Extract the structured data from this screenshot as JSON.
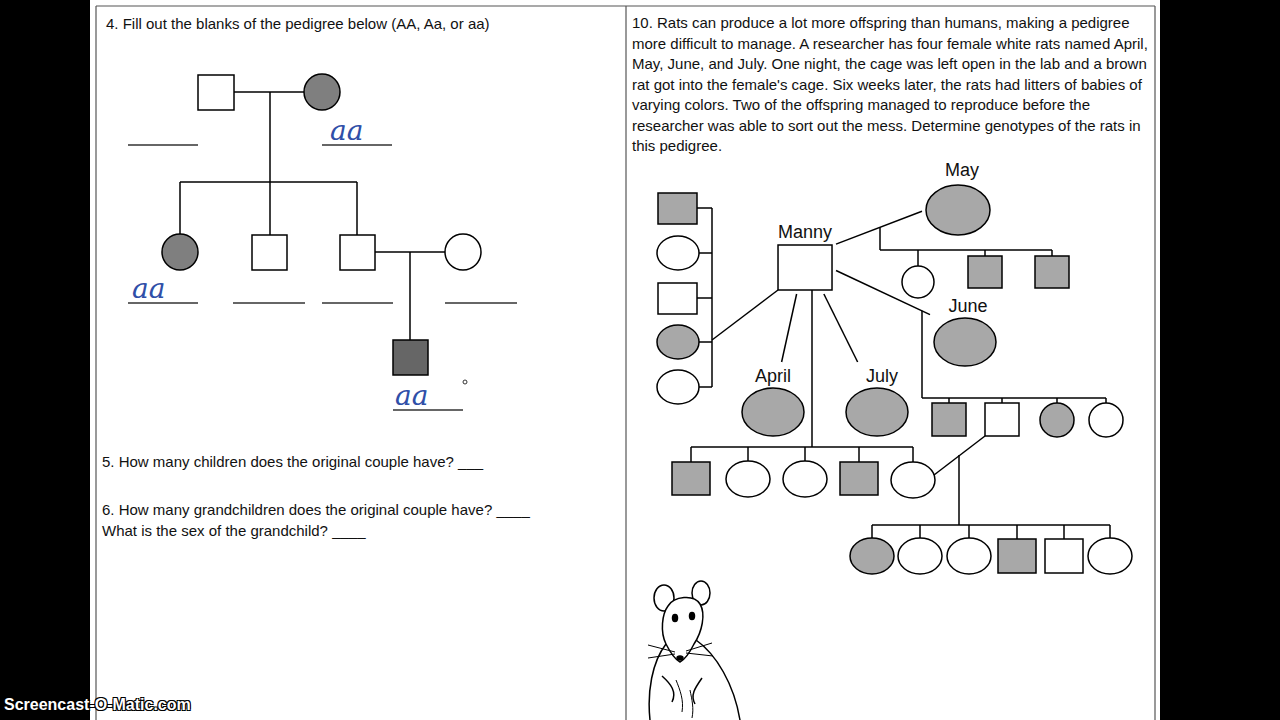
{
  "diagram": {
    "nodes": [
      {
        "text": [
          "aa"
        ]
      },
      {
        "text": [
          "aa"
        ]
      },
      {
        "text": [
          "aa"
        ]
      },
      {
        "text": [
          "May"
        ]
      },
      {
        "text": [
          "Manny"
        ]
      },
      {
        "text": [
          "June"
        ]
      },
      {
        "text": [
          "April"
        ]
      },
      {
        "text": [
          "July"
        ]
      }
    ],
    "edges": [
      {
        "from": 4,
        "to": 3,
        "arrow": "none"
      },
      {
        "from": 4,
        "to": 5,
        "arrow": "none"
      },
      {
        "from": 4,
        "to": 6,
        "arrow": "none"
      },
      {
        "from": 4,
        "to": 7,
        "arrow": "none"
      }
    ],
    "labels": [
      "4. Fill out the blanks of the pedigree below (AA, Aa, or aa)",
      "5. How many children does the original couple have? ___",
      "6. How many grandchildren does the original couple have? ____",
      "What is the sex of the grandchild? ____",
      "10. Rats can produce a lot more offspring than humans, making a pedigree more difficult to manage. A researcher has four female white rats named April, May, June, and July. One night, the cage was left open in the lab and a brown rat got into the female's cage. Six weeks later, the rats had litters of babies of varying colors. Two of the offspring managed to reproduce before the researcher was able to sort out the mess. Determine genotypes of the rats in this pedigree.",
      "Screencast-O-Matic.com"
    ]
  }
}
